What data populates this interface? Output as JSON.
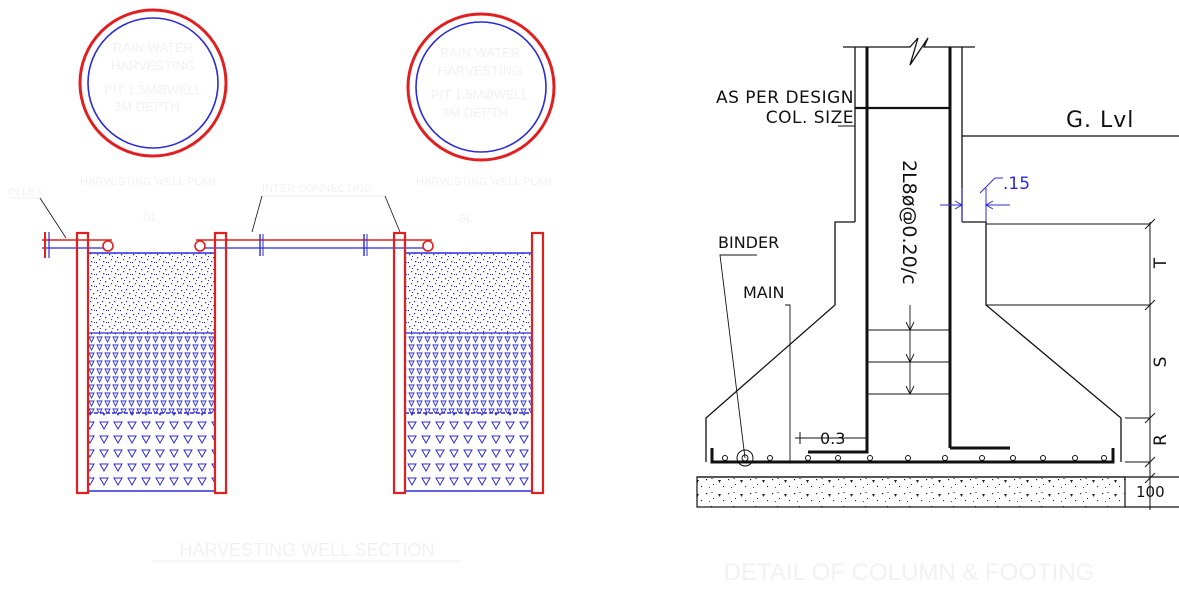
{
  "left_drawing": {
    "well_plan_1": {
      "text_lines": [
        "RAIN WATER",
        "HARVESTING",
        "PIT 1.5MØWELL",
        "3M DEPTH"
      ],
      "caption": "HARVESTING WELL PLAN"
    },
    "well_plan_2": {
      "text_lines": [
        "RAIN WATER",
        "HARVESTING",
        "PIT 1.5MØWELL",
        "3M DEPTH"
      ],
      "caption": "HARVESTING WELL PLAN"
    },
    "inlet_label": "IN LET",
    "interconnecting_label": "INTER CONNECTING",
    "gl_label_1": "GL",
    "gl_label_2": "GL",
    "section_title": "HARVESTING WELL SECTION"
  },
  "right_drawing": {
    "as_per_design": "AS PER DESIGN",
    "col_size": "COL. SIZE",
    "ground_level": "G. Lvl",
    "bar_spec": "2L8ø@0.20/c",
    "cover_dim": ".15",
    "binder": "BINDER",
    "main": "MAIN",
    "dim_0_3": "0.3",
    "dim_T": "T",
    "dim_S": "S",
    "dim_R": "R",
    "dim_100": "100",
    "title": "DETAIL OF COLUMN & FOOTING"
  },
  "colors": {
    "wall_red": "#e02020",
    "fill_blue": "#2b2bd6",
    "line_black": "#111111",
    "ghost_text": "#f1f1f1"
  }
}
